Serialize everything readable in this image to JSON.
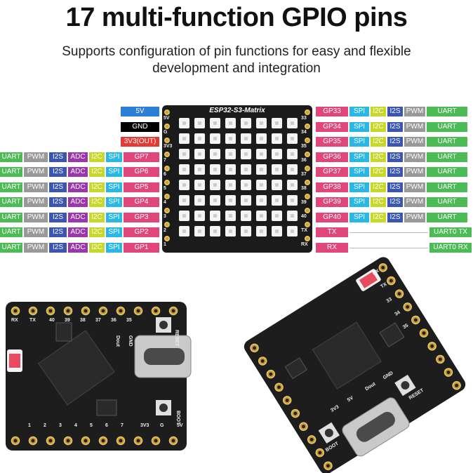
{
  "title": "17 multi-function GPIO pins",
  "subtitle": "Supports configuration of pin functions for easy and flexible development and integration",
  "board": {
    "name": "ESP32-S3-Matrix",
    "left_pin_labels": [
      "5V",
      "G",
      "3V3",
      "7",
      "6",
      "5",
      "4",
      "3",
      "2",
      "1"
    ],
    "right_pin_labels": [
      "33",
      "34",
      "35",
      "36",
      "37",
      "38",
      "39",
      "40",
      "TX",
      "RX"
    ],
    "led_rows": 8,
    "led_cols": 8
  },
  "power_labels": [
    "5V",
    "GND",
    "3V3(OUT)"
  ],
  "left_rows": [
    {
      "gp": "GP7",
      "funcs": [
        "UART",
        "PWM",
        "I2S",
        "ADC",
        "I2C",
        "SPI"
      ]
    },
    {
      "gp": "GP6",
      "funcs": [
        "UART",
        "PWM",
        "I2S",
        "ADC",
        "I2C",
        "SPI"
      ]
    },
    {
      "gp": "GP5",
      "funcs": [
        "UART",
        "PWM",
        "I2S",
        "ADC",
        "I2C",
        "SPI"
      ]
    },
    {
      "gp": "GP4",
      "funcs": [
        "UART",
        "PWM",
        "I2S",
        "ADC",
        "I2C",
        "SPI"
      ]
    },
    {
      "gp": "GP3",
      "funcs": [
        "UART",
        "PWM",
        "I2S",
        "ADC",
        "I2C",
        "SPI"
      ]
    },
    {
      "gp": "GP2",
      "funcs": [
        "UART",
        "PWM",
        "I2S",
        "ADC",
        "I2C",
        "SPI"
      ]
    },
    {
      "gp": "GP1",
      "funcs": [
        "UART",
        "PWM",
        "I2S",
        "ADC",
        "I2C",
        "SPI"
      ]
    }
  ],
  "right_rows": [
    {
      "gp": "GP33",
      "funcs": [
        "SPI",
        "I2C",
        "I2S",
        "PWM",
        "UART"
      ]
    },
    {
      "gp": "GP34",
      "funcs": [
        "SPI",
        "I2C",
        "I2S",
        "PWM",
        "UART"
      ]
    },
    {
      "gp": "GP35",
      "funcs": [
        "SPI",
        "I2C",
        "I2S",
        "PWM",
        "UART"
      ]
    },
    {
      "gp": "GP36",
      "funcs": [
        "SPI",
        "I2C",
        "I2S",
        "PWM",
        "UART"
      ]
    },
    {
      "gp": "GP37",
      "funcs": [
        "SPI",
        "I2C",
        "I2S",
        "PWM",
        "UART"
      ]
    },
    {
      "gp": "GP38",
      "funcs": [
        "SPI",
        "I2C",
        "I2S",
        "PWM",
        "UART"
      ]
    },
    {
      "gp": "GP39",
      "funcs": [
        "SPI",
        "I2C",
        "I2S",
        "PWM",
        "UART"
      ]
    },
    {
      "gp": "GP40",
      "funcs": [
        "SPI",
        "I2C",
        "I2S",
        "PWM",
        "UART"
      ]
    }
  ],
  "serial_rows": [
    {
      "pin": "TX",
      "func": "UART0 TX"
    },
    {
      "pin": "RX",
      "func": "UART0 RX"
    }
  ],
  "photo_left": {
    "silkscreen": [
      "RX",
      "TX",
      "40",
      "39",
      "38",
      "37",
      "36",
      "35",
      "RESET",
      "GND",
      "Dout",
      "BOOT",
      "5V",
      "G",
      "3V3",
      "1",
      "2",
      "3",
      "4",
      "5",
      "6",
      "7"
    ]
  },
  "photo_right": {
    "silkscreen": [
      "RX",
      "TX",
      "33",
      "34",
      "35",
      "RESET",
      "GND",
      "Dout",
      "BOOT",
      "5V",
      "3V3"
    ]
  },
  "colors": {
    "gp": "#e0457c",
    "spi": "#29b8e6",
    "i2c": "#c8d828",
    "i2s": "#3a56b0",
    "adc": "#9d35ae",
    "pwm": "#999999",
    "uart": "#4cbb55",
    "power_5v": "#2d7ed6",
    "power_gnd": "#000000",
    "power_3v3": "#e23b35"
  }
}
